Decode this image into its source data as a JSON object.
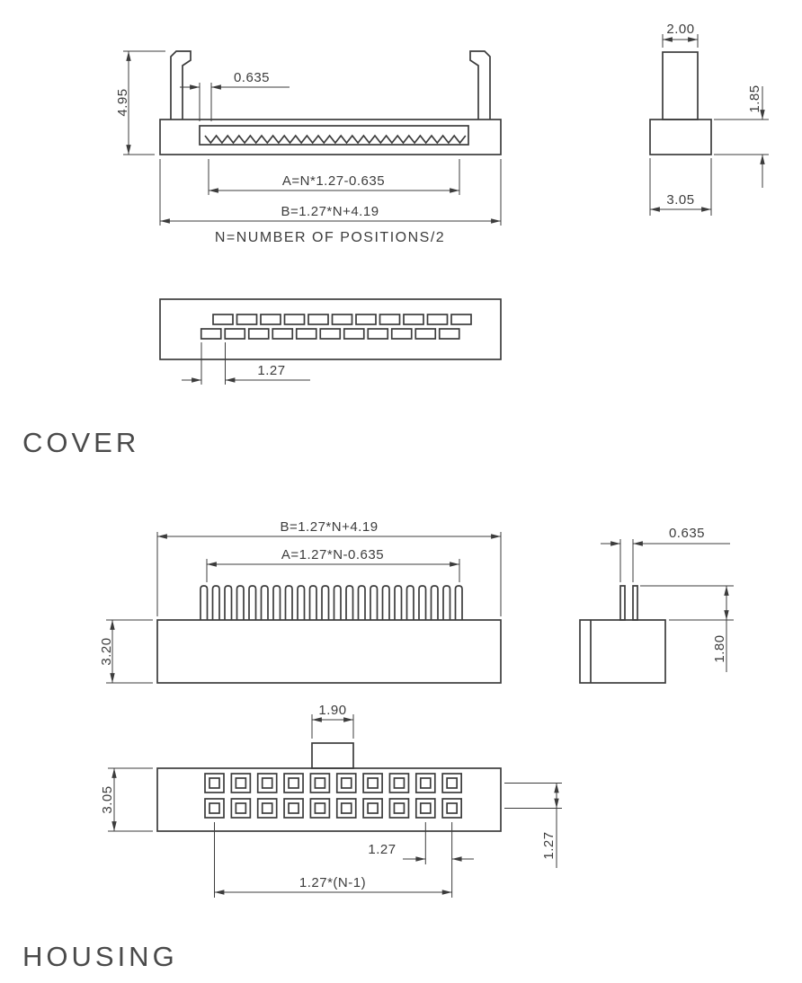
{
  "drawing": {
    "line_color": "#3c3c3c",
    "background": "#ffffff"
  },
  "cover": {
    "label": "COVER",
    "front": {
      "height": "4.95",
      "slot_offset": "0.635",
      "dim_a": "A=N*1.27-0.635",
      "dim_b": "B=1.27*N+4.19",
      "note": "N=NUMBER OF POSITIONS/2"
    },
    "side": {
      "top_width": "2.00",
      "base_height": "1.85",
      "base_width": "3.05"
    },
    "bottom": {
      "pitch": "1.27"
    }
  },
  "housing": {
    "label": "HOUSING",
    "top": {
      "dim_b": "B=1.27*N+4.19",
      "dim_a": "A=1.27*N-0.635",
      "height": "3.20"
    },
    "side": {
      "pin_pitch": "0.635",
      "pin_length": "1.80"
    },
    "front": {
      "tab_width": "1.90",
      "height": "3.05",
      "row_pitch": "1.27",
      "pitch": "1.27",
      "span": "1.27*(N-1)"
    }
  }
}
